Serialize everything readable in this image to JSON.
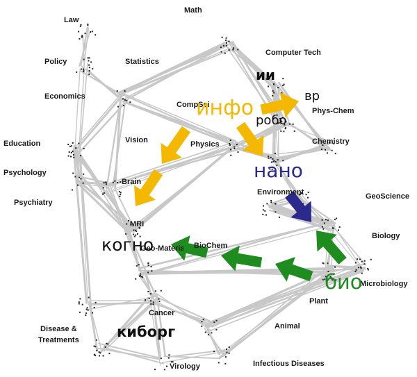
{
  "field_labels": {
    "law": "Law",
    "math": "Math",
    "policy": "Policy",
    "statistics": "Statistics",
    "computer_tech": "Computer Tech",
    "economics": "Economics",
    "compsci": "CompSci",
    "phys_chem": "Phys-Chem",
    "education": "Education",
    "vision": "Vision",
    "physics": "Physics",
    "chemistry": "Chemistry",
    "psychology": "Psychology",
    "brain": "Brain",
    "environment": "Environment",
    "geoscience": "GeoScience",
    "psychiatry": "Psychiatry",
    "mri": "MRI",
    "biology": "Biology",
    "biochem": "BioChem",
    "geo_materials": "Geo-Materials",
    "microbiology": "Microbiology",
    "plant": "Plant",
    "cancer": "Cancer",
    "disease_treatments_line1": "Disease &",
    "disease_treatments_line2": "Treatments",
    "animal": "Animal",
    "virology": "Virology",
    "infectious_diseases": "Infectious Diseases"
  },
  "overlay_labels": {
    "ai": "ии",
    "vr": "вр",
    "info": "инфо",
    "robo": "робо",
    "nano": "нано",
    "cogno": "когно",
    "bio": "био",
    "cyborg": "киборг"
  },
  "colors": {
    "network": "#c8c8c8",
    "node": "#222222",
    "info": "#f5b800",
    "nano": "#2a2a8c",
    "bio": "#1e8c1e",
    "black_text": "#111111"
  }
}
